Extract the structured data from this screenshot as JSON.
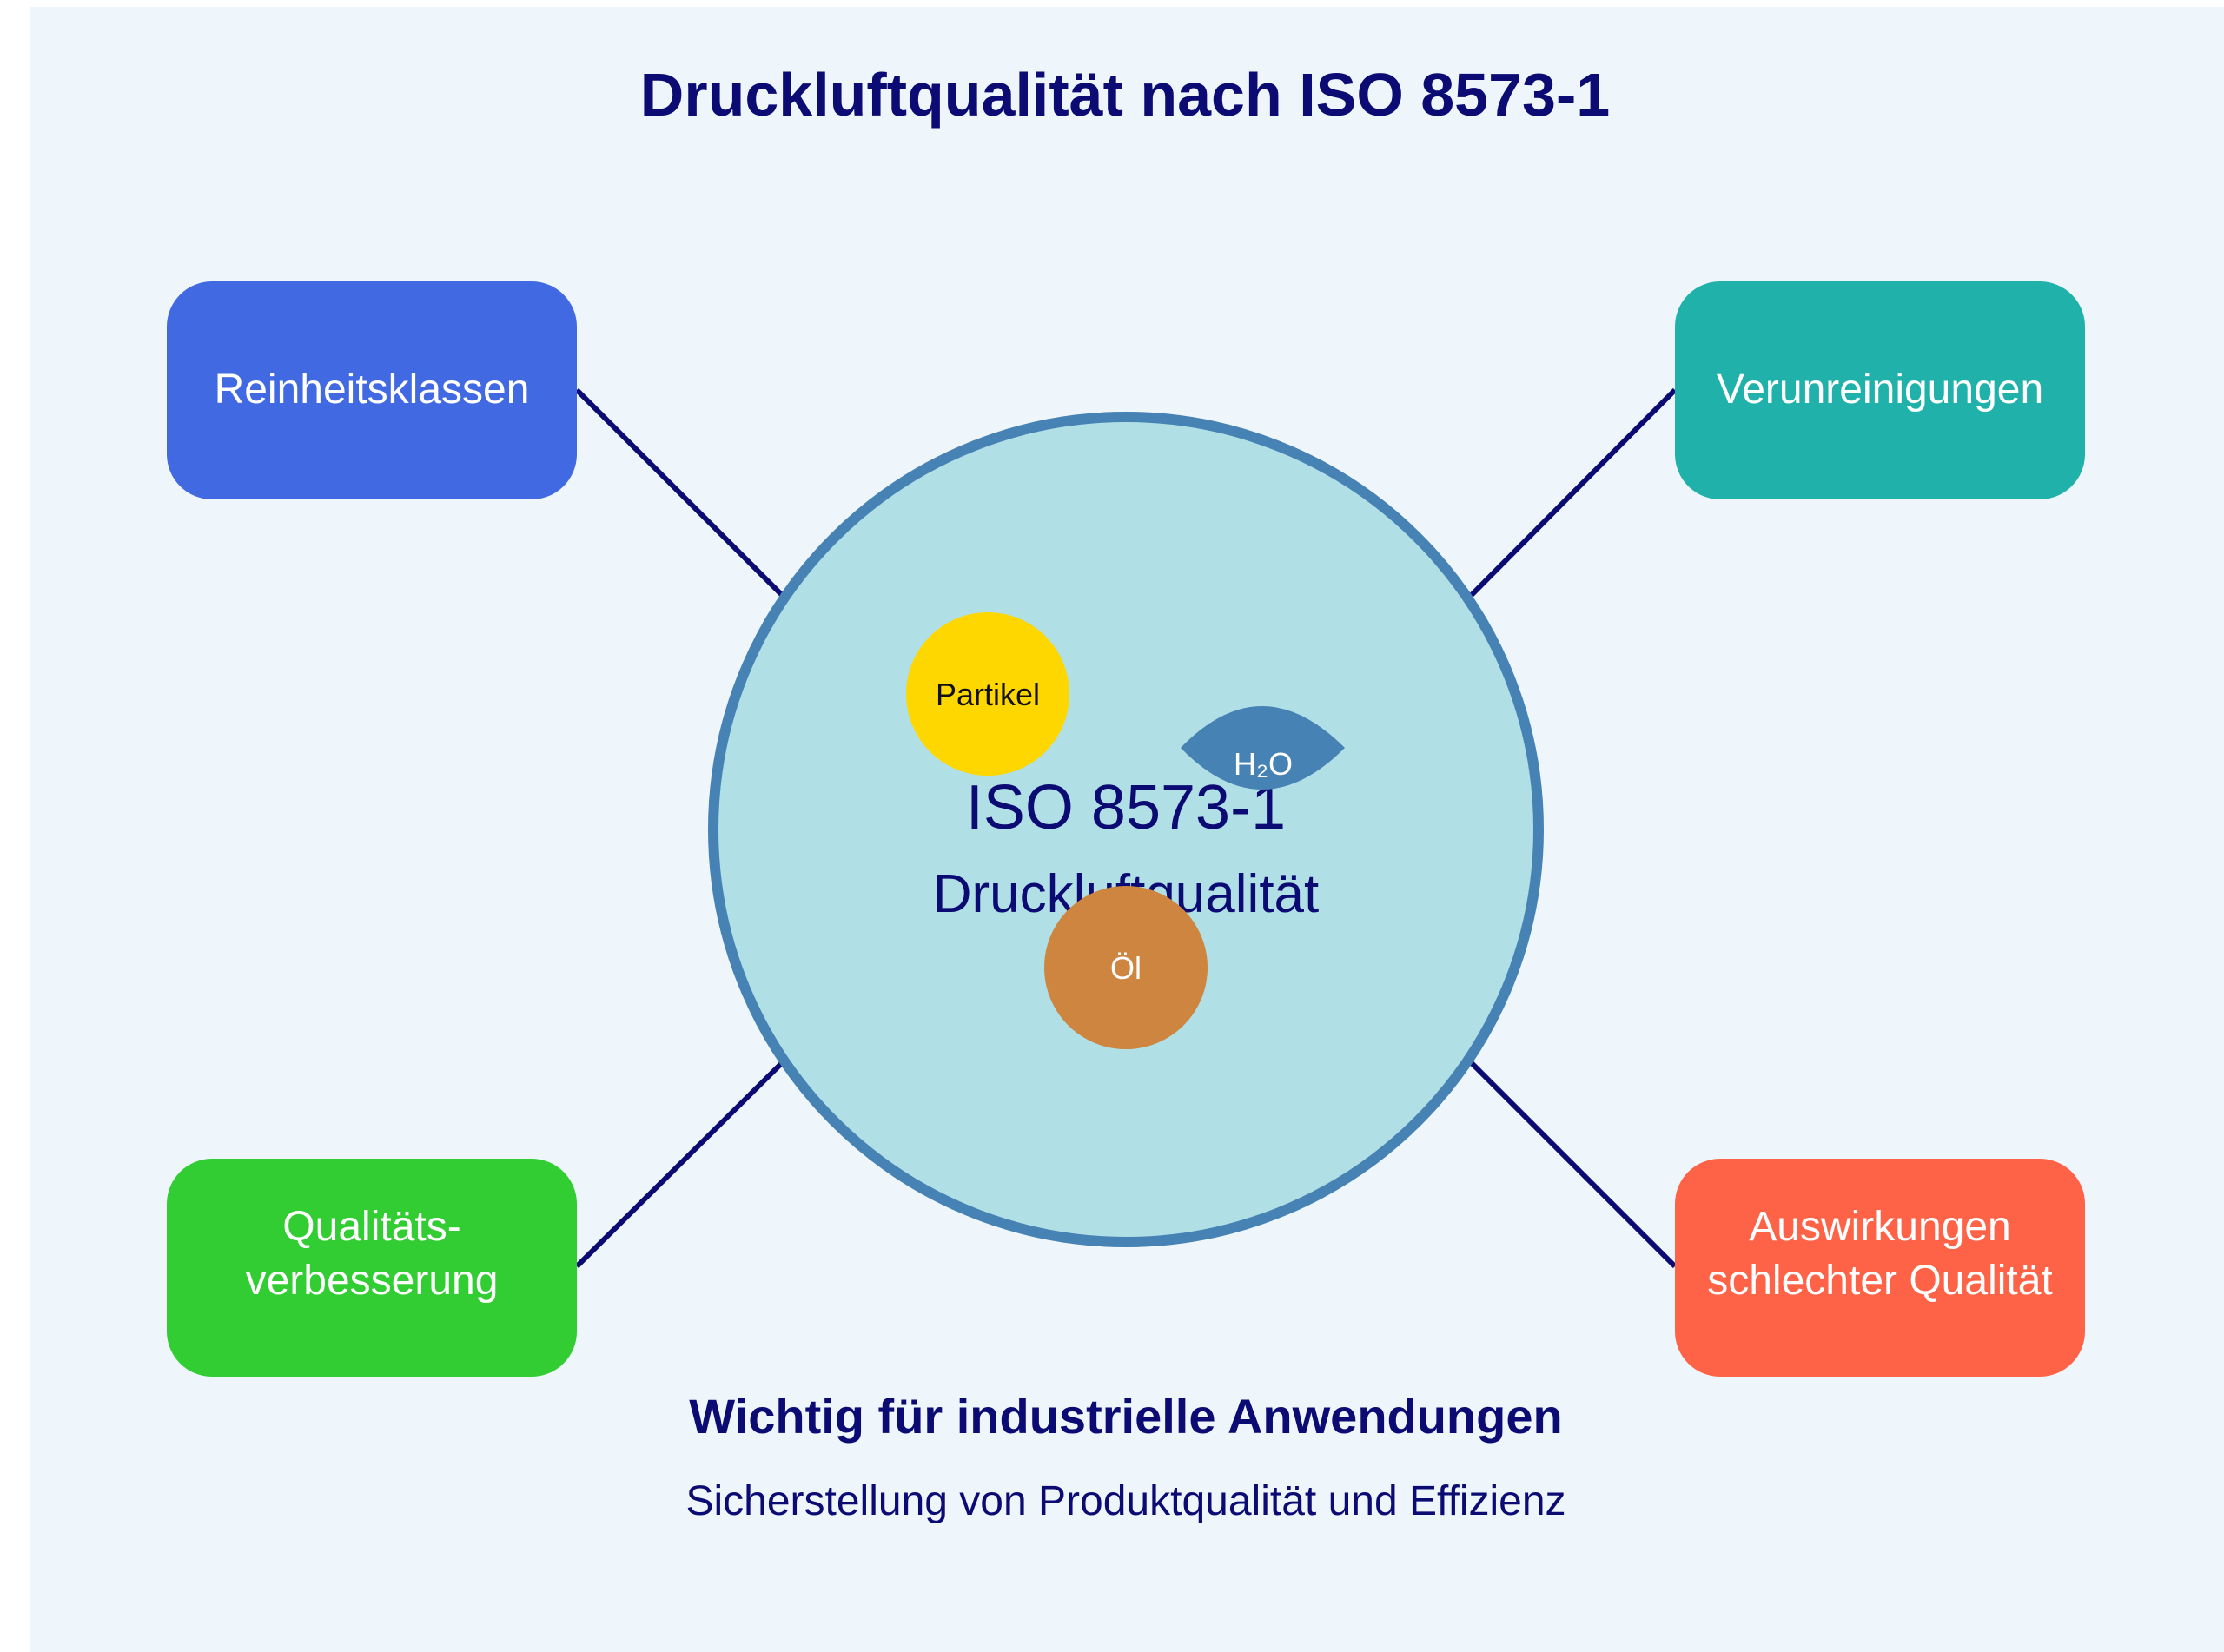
{
  "title": "Druckluftqualität nach ISO 8573-1",
  "center": {
    "main": "ISO 8573-1",
    "sub": "Druckluftqualität"
  },
  "contaminants": {
    "particle": "Partikel",
    "water": "H₂O",
    "oil": "Öl"
  },
  "boxes": {
    "top_left": {
      "lines": [
        "Reinheitsklassen"
      ]
    },
    "top_right": {
      "lines": [
        "Verunreinigungen"
      ]
    },
    "bottom_left": {
      "lines": [
        "Qualitäts-",
        "verbesserung"
      ]
    },
    "bottom_right": {
      "lines": [
        "Auswirkungen",
        "schlechter Qualität"
      ]
    }
  },
  "footer": {
    "headline": "Wichtig für industrielle Anwendungen",
    "subline": "Sicherstellung von Produktqualität und Effizienz"
  },
  "colors": {
    "background_panel": "#EEF6FC",
    "title_text": "#0B0B73",
    "circle_fill": "#B0DFE5",
    "circle_stroke": "#4682B4",
    "connector": "#0B0B73",
    "box_top_left": "#4169E1",
    "box_top_right": "#20B2AA",
    "box_bottom_left": "#32CD32",
    "box_bottom_right": "#FF6347",
    "particle": "#FFD700",
    "water": "#4682B4",
    "oil": "#CD853F",
    "box_text": "#FFFFFF"
  }
}
